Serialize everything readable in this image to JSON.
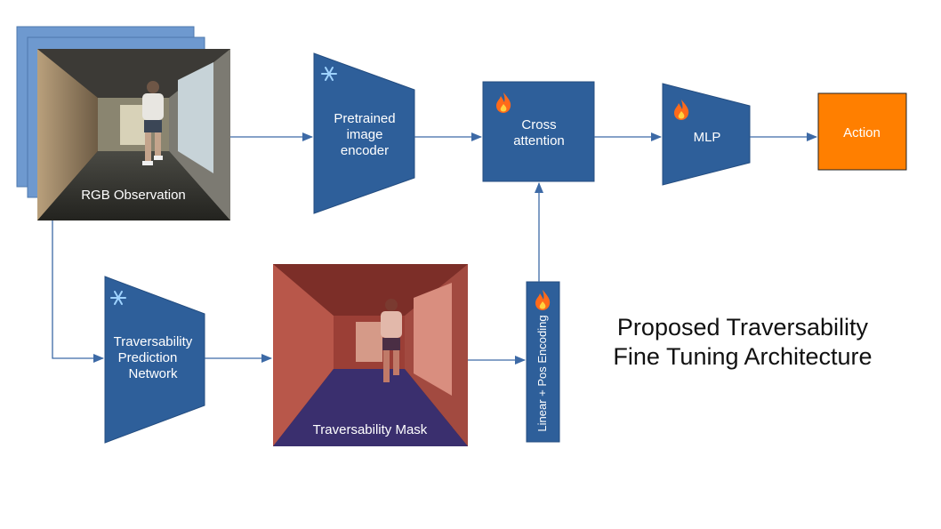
{
  "diagram": {
    "title_line1": "Proposed Traversability",
    "title_line2": "Fine Tuning Architecture",
    "nodes": {
      "rgb_observation": "RGB Observation",
      "pretrained_encoder": [
        "Pretrained",
        "image",
        "encoder"
      ],
      "cross_attention": [
        "Cross",
        "attention"
      ],
      "mlp": "MLP",
      "action": "Action",
      "traversability_network": [
        "Traversability",
        "Prediction",
        "Network"
      ],
      "traversability_mask": "Traversability Mask",
      "linear_pos_encoding": "Linear + Pos Encoding"
    },
    "icons": {
      "frozen": "snowflake-icon",
      "trainable": "fire-icon"
    },
    "colors": {
      "block_blue": "#2E5F9A",
      "stack_blue": "#6E99CF",
      "action_orange": "#FF7F00",
      "arrow": "#3D6AA6",
      "mask_tint": "#C2463C",
      "floor_tint": "#3A2F6E"
    }
  }
}
